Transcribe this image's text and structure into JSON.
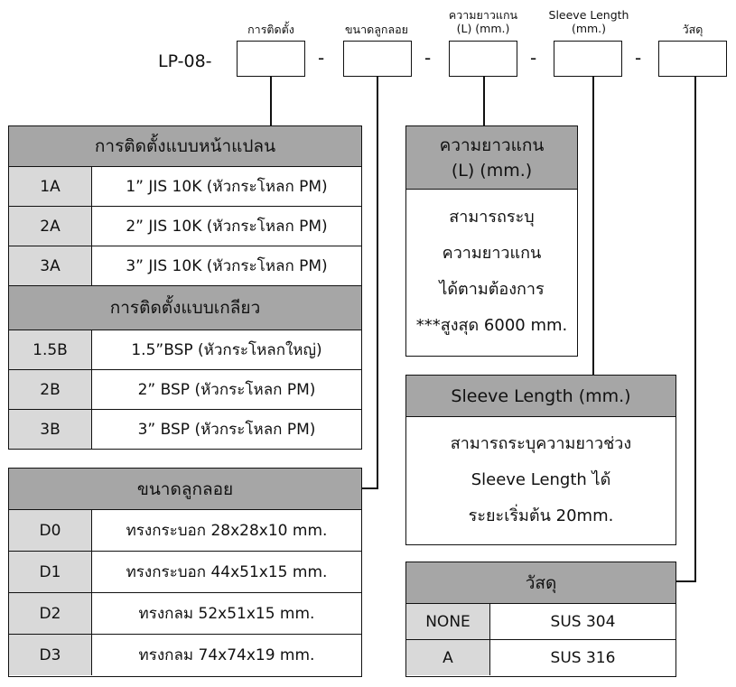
{
  "prefix": "LP-08-",
  "dashes": [
    "-",
    "-",
    "-",
    "-"
  ],
  "slot_labels": {
    "install": [
      "การติดตั้ง"
    ],
    "float": [
      "ขนาดลูกลอย"
    ],
    "length": [
      "ความยาวแกน",
      "(L) (mm.)"
    ],
    "sleeve": [
      "Sleeve Length",
      "(mm.)"
    ],
    "material": [
      "วัสดุ"
    ]
  },
  "flange_table": {
    "title": "การติดตั้งแบบหน้าแปลน",
    "rows": [
      {
        "code": "1A",
        "desc": "1” JIS 10K (หัวกระโหลก PM)"
      },
      {
        "code": "2A",
        "desc": "2” JIS 10K (หัวกระโหลก PM)"
      },
      {
        "code": "3A",
        "desc": "3” JIS 10K (หัวกระโหลก PM)"
      }
    ]
  },
  "thread_table": {
    "title": "การติดตั้งแบบเกลียว",
    "rows": [
      {
        "code": "1.5B",
        "desc": "1.5”BSP (หัวกระโหลกใหญ่)"
      },
      {
        "code": "2B",
        "desc": "2” BSP (หัวกระโหลก PM)"
      },
      {
        "code": "3B",
        "desc": "3” BSP (หัวกระโหลก PM)"
      }
    ]
  },
  "float_table": {
    "title": "ขนาดลูกลอย",
    "rows": [
      {
        "code": "D0",
        "desc": "ทรงกระบอก 28x28x10 mm."
      },
      {
        "code": "D1",
        "desc": "ทรงกระบอก 44x51x15 mm."
      },
      {
        "code": "D2",
        "desc": "ทรงกลม 52x51x15 mm."
      },
      {
        "code": "D3",
        "desc": "ทรงกลม 74x74x19 mm."
      }
    ]
  },
  "length_box": {
    "title": [
      "ความยาวแกน",
      "(L) (mm.)"
    ],
    "lines": [
      "สามารถระบุ",
      "ความยาวแกน",
      "ได้ตามต้องการ",
      "***สูงสุด 6000 mm."
    ]
  },
  "sleeve_box": {
    "title": "Sleeve Length (mm.)",
    "lines": [
      "สามารถระบุความยาวช่วง",
      "Sleeve Length ได้",
      "ระยะเริ่มต้น 20mm."
    ]
  },
  "material_table": {
    "title": "วัสดุ",
    "rows": [
      {
        "code": "NONE",
        "desc": "SUS 304"
      },
      {
        "code": "A",
        "desc": "SUS 316"
      }
    ]
  }
}
